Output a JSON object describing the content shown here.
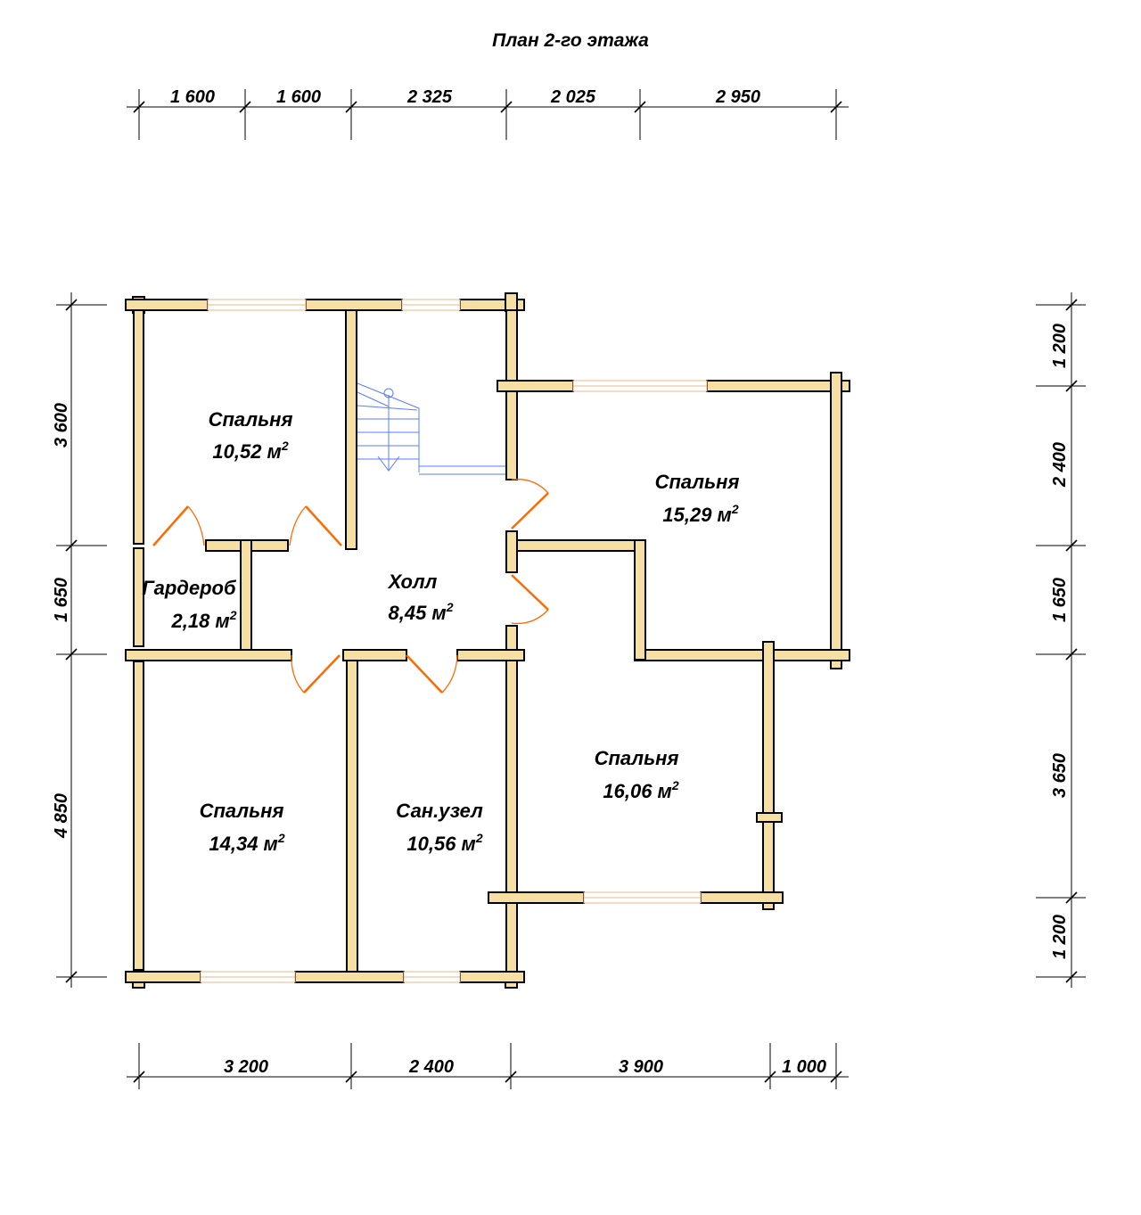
{
  "title": "План 2-го этажа",
  "dims_top": [
    "1 600",
    "1 600",
    "2 325",
    "2 025",
    "2 950"
  ],
  "dims_bottom": [
    "3 200",
    "2 400",
    "3 900",
    "1 000"
  ],
  "dims_left": [
    "3 600",
    "1 650",
    "4 850"
  ],
  "dims_right": [
    "1 200",
    "2 400",
    "1 650",
    "3 650",
    "1 200"
  ],
  "rooms": [
    {
      "name": "Спальня",
      "area": "10,52 м",
      "sup": "2"
    },
    {
      "name": "Спальня",
      "area": "15,29 м",
      "sup": "2"
    },
    {
      "name": "Холл",
      "area": "8,45 м",
      "sup": "2"
    },
    {
      "name": "Гардероб",
      "area": "2,18 м",
      "sup": "2"
    },
    {
      "name": "Спальня",
      "area": "16,06 м",
      "sup": "2"
    },
    {
      "name": "Спальня",
      "area": "14,34 м",
      "sup": "2"
    },
    {
      "name": "Сан.узел",
      "area": "10,56 м",
      "sup": "2"
    }
  ],
  "colors": {
    "wall": "#f6dfa3",
    "door": "#ff6a00",
    "stair": "#5b7cff",
    "window": "#e9b98a"
  }
}
